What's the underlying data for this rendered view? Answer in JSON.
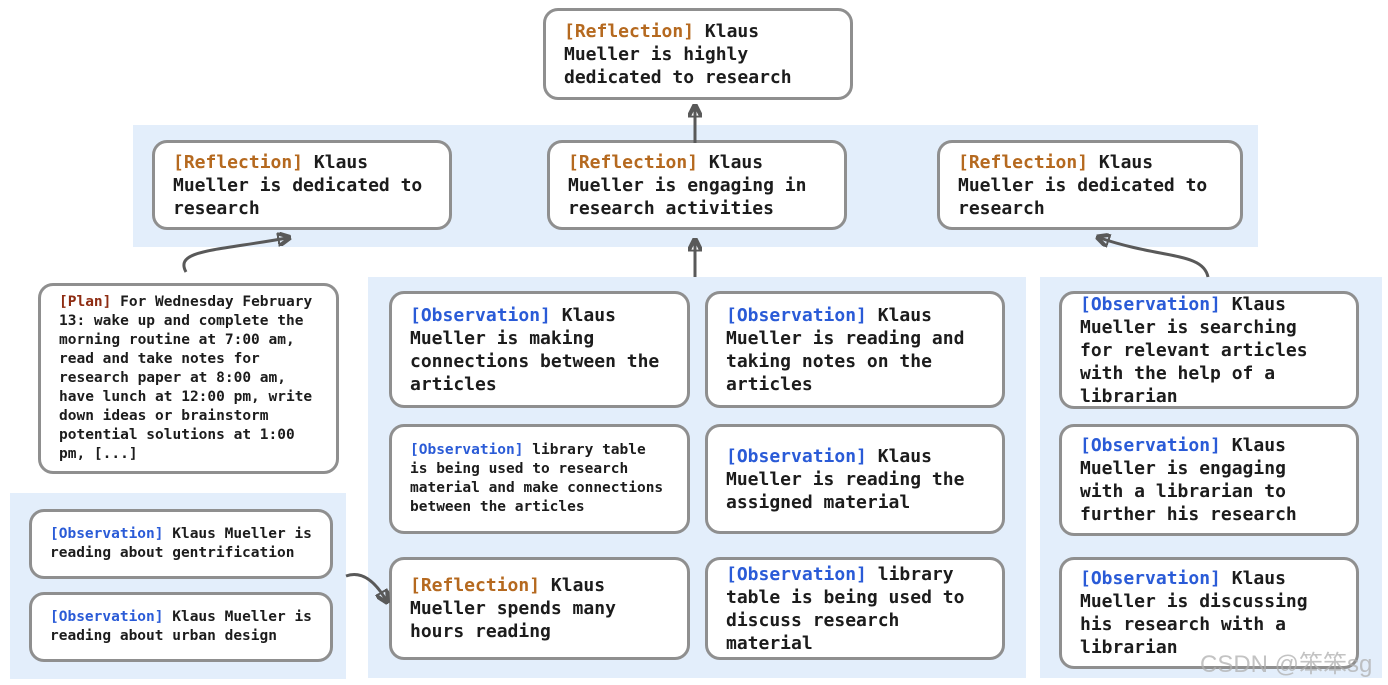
{
  "colors": {
    "reflection_tag": "#b5691f",
    "plan_tag": "#8e2c12",
    "observation_tag": "#2a5bd7",
    "panel_background": "#e3eefb",
    "node_border": "#8f8f8f",
    "arrow": "#595959"
  },
  "root": {
    "tag": "[Reflection]",
    "text": "Klaus Mueller is highly dedicated to research"
  },
  "level2": {
    "left": {
      "tag": "[Reflection]",
      "text": "Klaus Mueller is dedicated to research"
    },
    "middle": {
      "tag": "[Reflection]",
      "text": "Klaus Mueller is engaging in research activities"
    },
    "right": {
      "tag": "[Reflection]",
      "text": "Klaus Mueller is dedicated to research"
    }
  },
  "plan": {
    "tag": "[Plan]",
    "text": "For Wednesday February 13: wake up and complete the morning routine at 7:00 am, read and take notes for research paper at 8:00 am, have lunch at 12:00 pm, write down ideas or brainstorm potential solutions at 1:00 pm, [...]"
  },
  "left_panel": {
    "obs1": {
      "tag": "[Observation]",
      "text": "Klaus Mueller is reading about gentrification"
    },
    "obs2": {
      "tag": "[Observation]",
      "text": "Klaus Mueller is reading about urban design"
    }
  },
  "middle_panel": {
    "r1c1": {
      "tag": "[Observation]",
      "text": "Klaus Mueller is making connections between the articles"
    },
    "r1c2": {
      "tag": "[Observation]",
      "text": "Klaus Mueller is reading and taking notes on the articles"
    },
    "r2c1": {
      "tag": "[Observation]",
      "text": "library table is being used to research material and make connections between the articles"
    },
    "r2c2": {
      "tag": "[Observation]",
      "text": "Klaus Mueller is reading the assigned material"
    },
    "r3c1": {
      "tag": "[Reflection]",
      "text": "Klaus Mueller spends many hours reading"
    },
    "r3c2": {
      "tag": "[Observation]",
      "text": "library table is being used to discuss research material"
    }
  },
  "right_panel": {
    "r1": {
      "tag": "[Observation]",
      "text": "Klaus Mueller is searching for relevant articles with the help of a librarian"
    },
    "r2": {
      "tag": "[Observation]",
      "text": "Klaus Mueller is engaging with a librarian to further his research"
    },
    "r3": {
      "tag": "[Observation]",
      "text": "Klaus Mueller is discussing his research with a librarian"
    }
  },
  "watermark": "CSDN @笨笨sg"
}
